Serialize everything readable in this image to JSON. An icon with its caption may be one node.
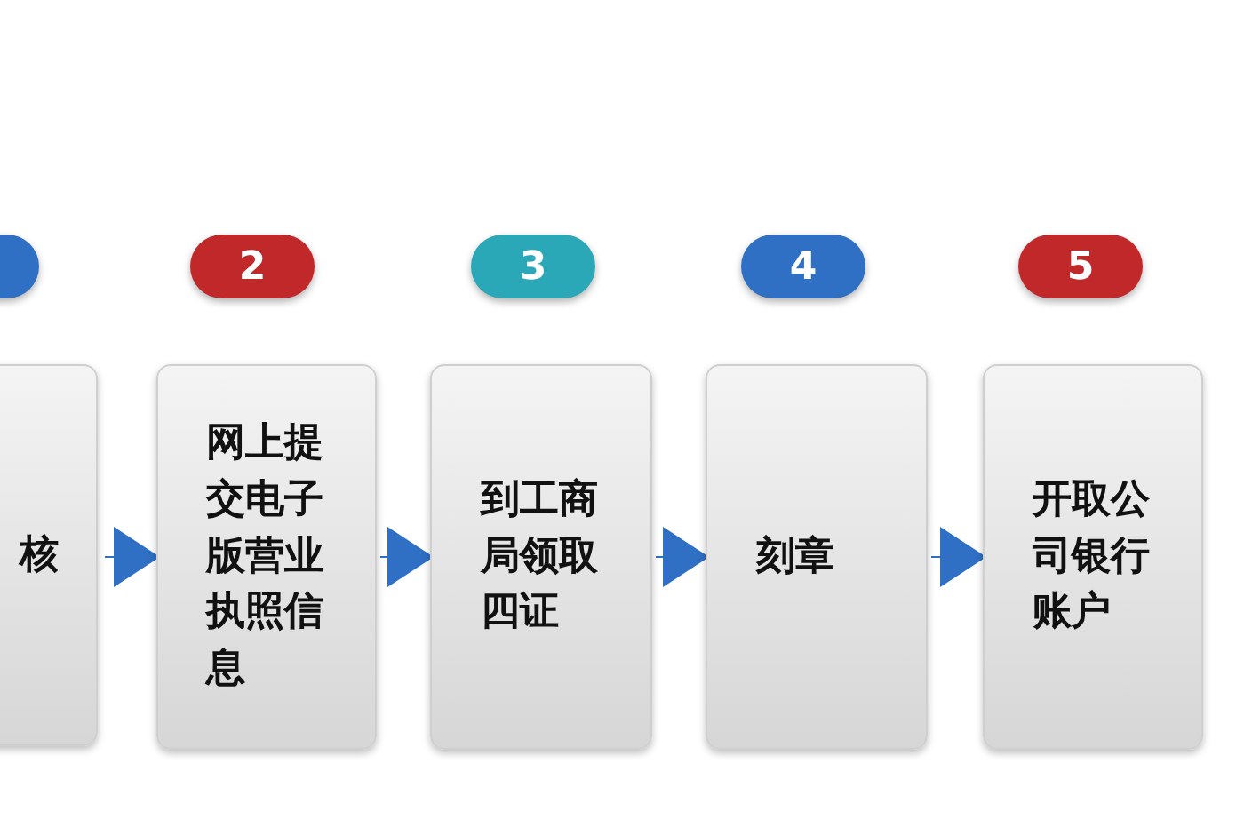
{
  "diagram": {
    "nodes": [
      {
        "text": [],
        "shape": "box"
      },
      {
        "text": [
          "2"
        ]
      },
      {
        "text": [
          "3"
        ]
      },
      {
        "text": [
          "4"
        ]
      },
      {
        "text": [
          "5"
        ]
      },
      {
        "text": [
          "核"
        ]
      },
      {
        "text": [
          "网上提交电子版营业执照信息"
        ]
      },
      {
        "text": [
          "到工商局领取四证"
        ]
      },
      {
        "text": [
          "刻章"
        ]
      },
      {
        "text": [
          "开取公司银行账户"
        ]
      }
    ],
    "edges": [
      {
        "from": 5,
        "to": 6,
        "arrow": "to"
      },
      {
        "from": 6,
        "to": 7,
        "arrow": "to"
      },
      {
        "from": 7,
        "to": 8,
        "arrow": "to"
      },
      {
        "from": 8,
        "to": 9,
        "arrow": "to"
      }
    ]
  }
}
